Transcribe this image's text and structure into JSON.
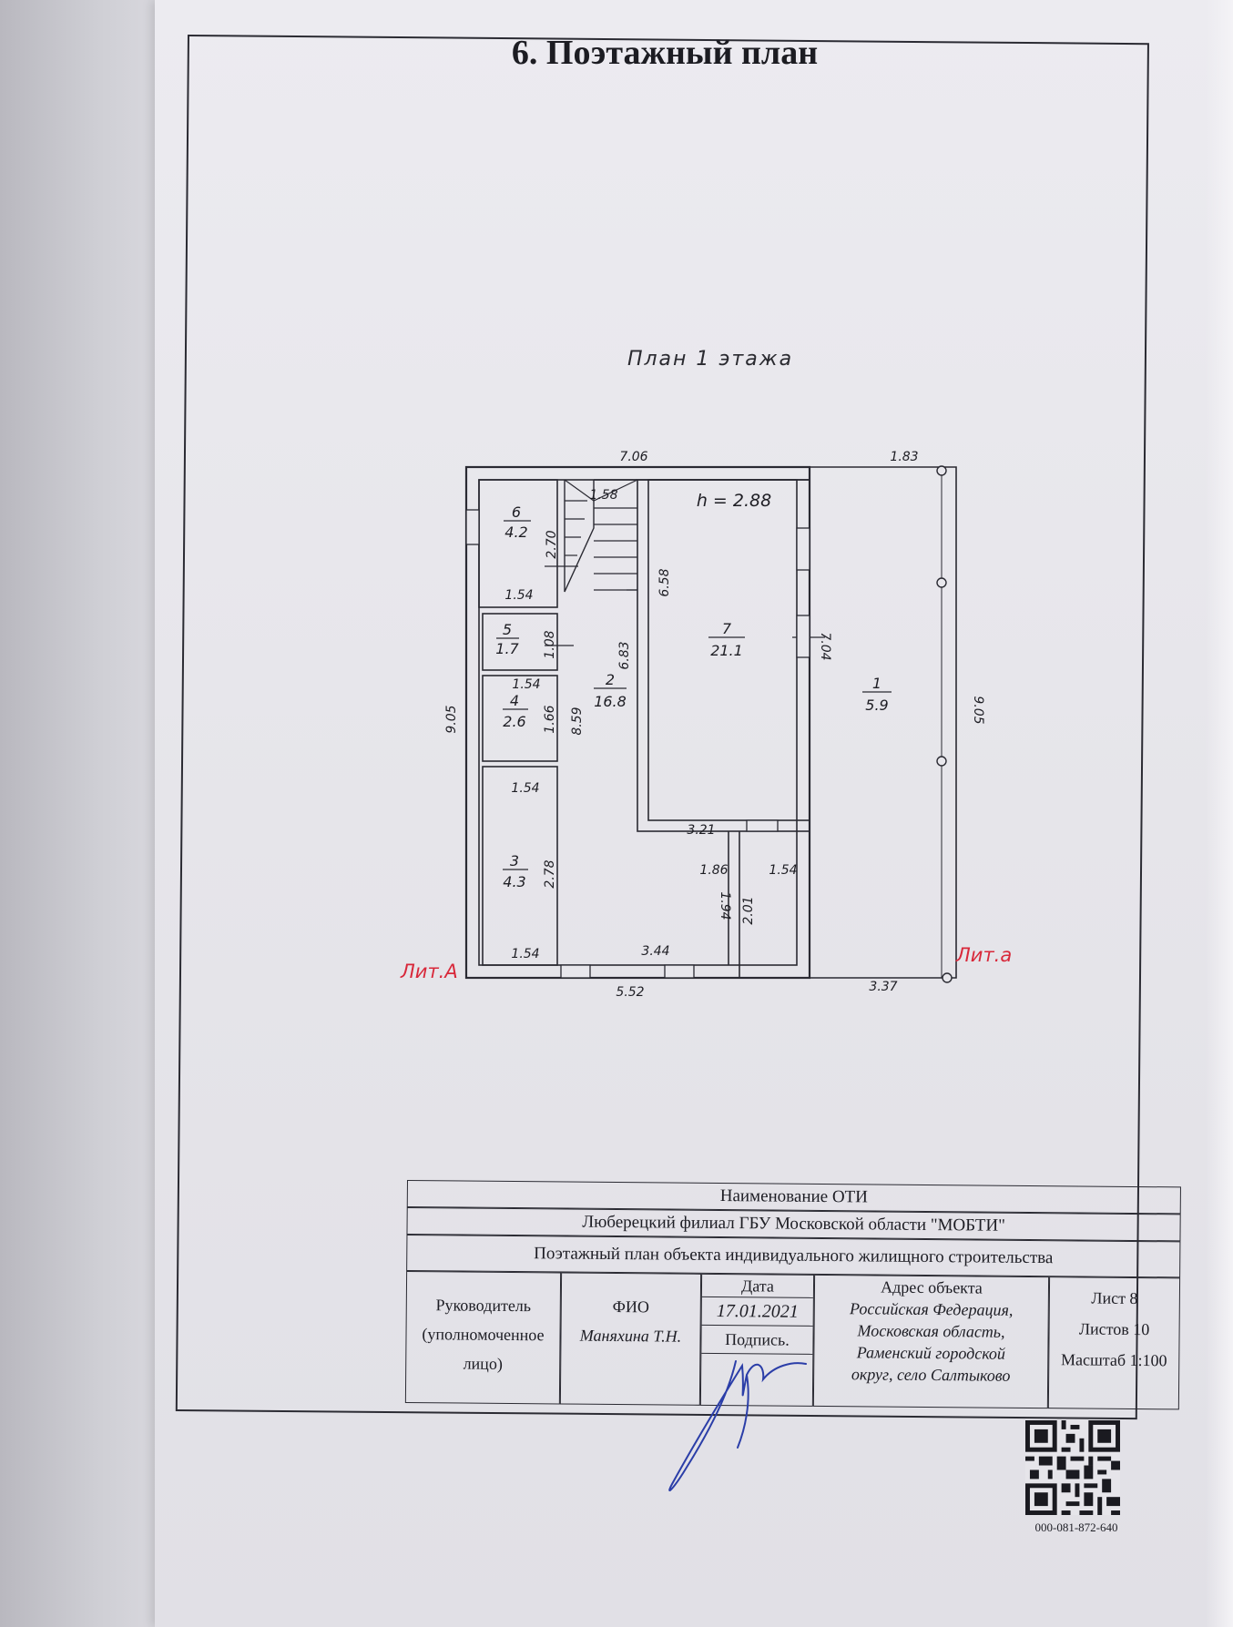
{
  "title": "6. Поэтажный план",
  "plan": {
    "title": "План 1 этажа",
    "height_label": "h = 2.88",
    "lit_main": "Лит.А",
    "lit_annex": "Лит.а",
    "dimensions": {
      "top_main": "7.06",
      "top_annex": "1.83",
      "left_height": "9.05",
      "right_height": "9.05",
      "bottom_main": "5.52",
      "bottom_annex": "3.37",
      "stair_width": "1.58",
      "room6_height": "2.70",
      "room6_width": "1.54",
      "room5_width": "1.54",
      "room5_height": "1.08",
      "room4_height": "1.66",
      "room4_width": "1.54",
      "room3_height": "2.78",
      "room3_width": "1.54",
      "hall_height": "8.59",
      "hall_inner_height": "6.83",
      "room7_height": "6.58",
      "room7_right": "7.04",
      "room7_bottom": "3.21",
      "bottom_right_wall": "1.54",
      "corridor_width": "1.86",
      "vestibule_left": "1.94",
      "vestibule_right": "2.01",
      "hall_bottom": "3.44"
    },
    "rooms": [
      {
        "number": "6",
        "area": "4.2"
      },
      {
        "number": "5",
        "area": "1.7"
      },
      {
        "number": "4",
        "area": "2.6"
      },
      {
        "number": "3",
        "area": "4.3"
      },
      {
        "number": "2",
        "area": "16.8"
      },
      {
        "number": "7",
        "area": "21.1"
      },
      {
        "number": "1",
        "area": "5.9"
      }
    ]
  },
  "stamp": {
    "oti_header": "Наименование ОТИ",
    "organization": "Люберецкий филиал ГБУ Московской области \"МОБТИ\"",
    "document_name": "Поэтажный план объекта индивидуального жилищного строительства",
    "head_label_1": "Руководитель",
    "head_label_2": "(уполномоченное",
    "head_label_3": "лицо)",
    "fio_label": "ФИО",
    "fio_value": "Маняхина Т.Н.",
    "date_label": "Дата",
    "date_value": "17.01.2021",
    "signature_label": "Подпись.",
    "address_label": "Адрес объекта",
    "address_lines": [
      "Российская Федерация,",
      "Московская область,",
      "Раменский городской",
      "округ, село Салтыково"
    ],
    "sheet_label": "Лист 8",
    "sheets_label": "Листов 10",
    "scale_label": "Масштаб 1:100"
  },
  "qr": {
    "code": "000-081-872-640"
  }
}
